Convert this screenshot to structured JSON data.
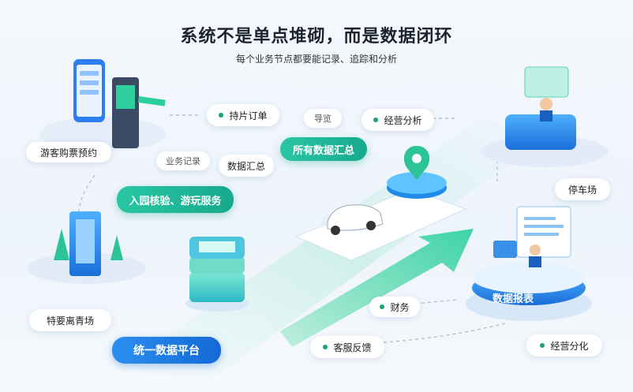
{
  "header": {
    "title": "系统不是单点堆砌，而是数据闭环",
    "subtitle": "每个业务节点都要能记录、追踪和分析"
  },
  "nodes": {
    "tourist_booking": "游客购票预约",
    "ticket_order": "持⽚订单",
    "guide": "导览",
    "business_analysis_top": "经营分析",
    "business_record": "业务记录",
    "data_summary": "数据汇总",
    "all_data_summary": "所有数据汇总",
    "parking": "停车场",
    "entry_service": "入园核验、游玩服务",
    "special_venue": "特要离青场",
    "data_report": "数据报表",
    "finance": "财务",
    "unified_platform": "统一数据平台",
    "customer_feedback": "客服反馈",
    "business_analysis_bottom": "经营分化"
  },
  "colors": {
    "accent_teal": "#1fb592",
    "accent_blue": "#1a7de3",
    "dot_green": "#1aa36b"
  }
}
